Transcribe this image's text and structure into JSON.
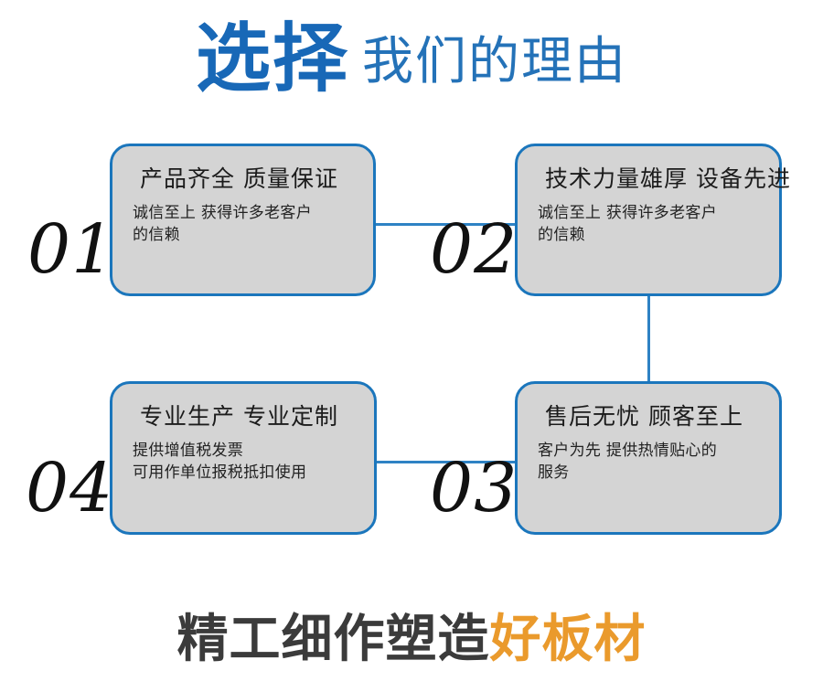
{
  "header": {
    "strong_text": "选择",
    "light_text": "我们的理由",
    "strong_color": "#1868B7",
    "light_color": "#2472B8"
  },
  "theme": {
    "card_border": "#1B76BC",
    "card_fill": "#D4D4D4",
    "connector": "#2E82C4",
    "number_color": "#111111",
    "footer_dark": "#3B3B3B",
    "footer_accent": "#EA9A2C",
    "background": "#FFFFFF"
  },
  "cards": [
    {
      "number": "01",
      "title": "产品齐全 质量保证",
      "body_lines": [
        "诚信至上 获得许多老客户",
        "的信赖"
      ]
    },
    {
      "number": "02",
      "title": "技术力量雄厚 设备先进",
      "body_lines": [
        "诚信至上 获得许多老客户",
        "的信赖"
      ]
    },
    {
      "number": "03",
      "title": "售后无忧 顾客至上",
      "body_lines": [
        "客户为先 提供热情贴心的",
        "服务"
      ]
    },
    {
      "number": "04",
      "title": "专业生产 专业定制",
      "body_lines": [
        "提供增值税发票",
        "可用作单位报税抵扣使用"
      ]
    }
  ],
  "footer": {
    "dark_text": "精工细作塑造",
    "accent_text": "好板材"
  }
}
